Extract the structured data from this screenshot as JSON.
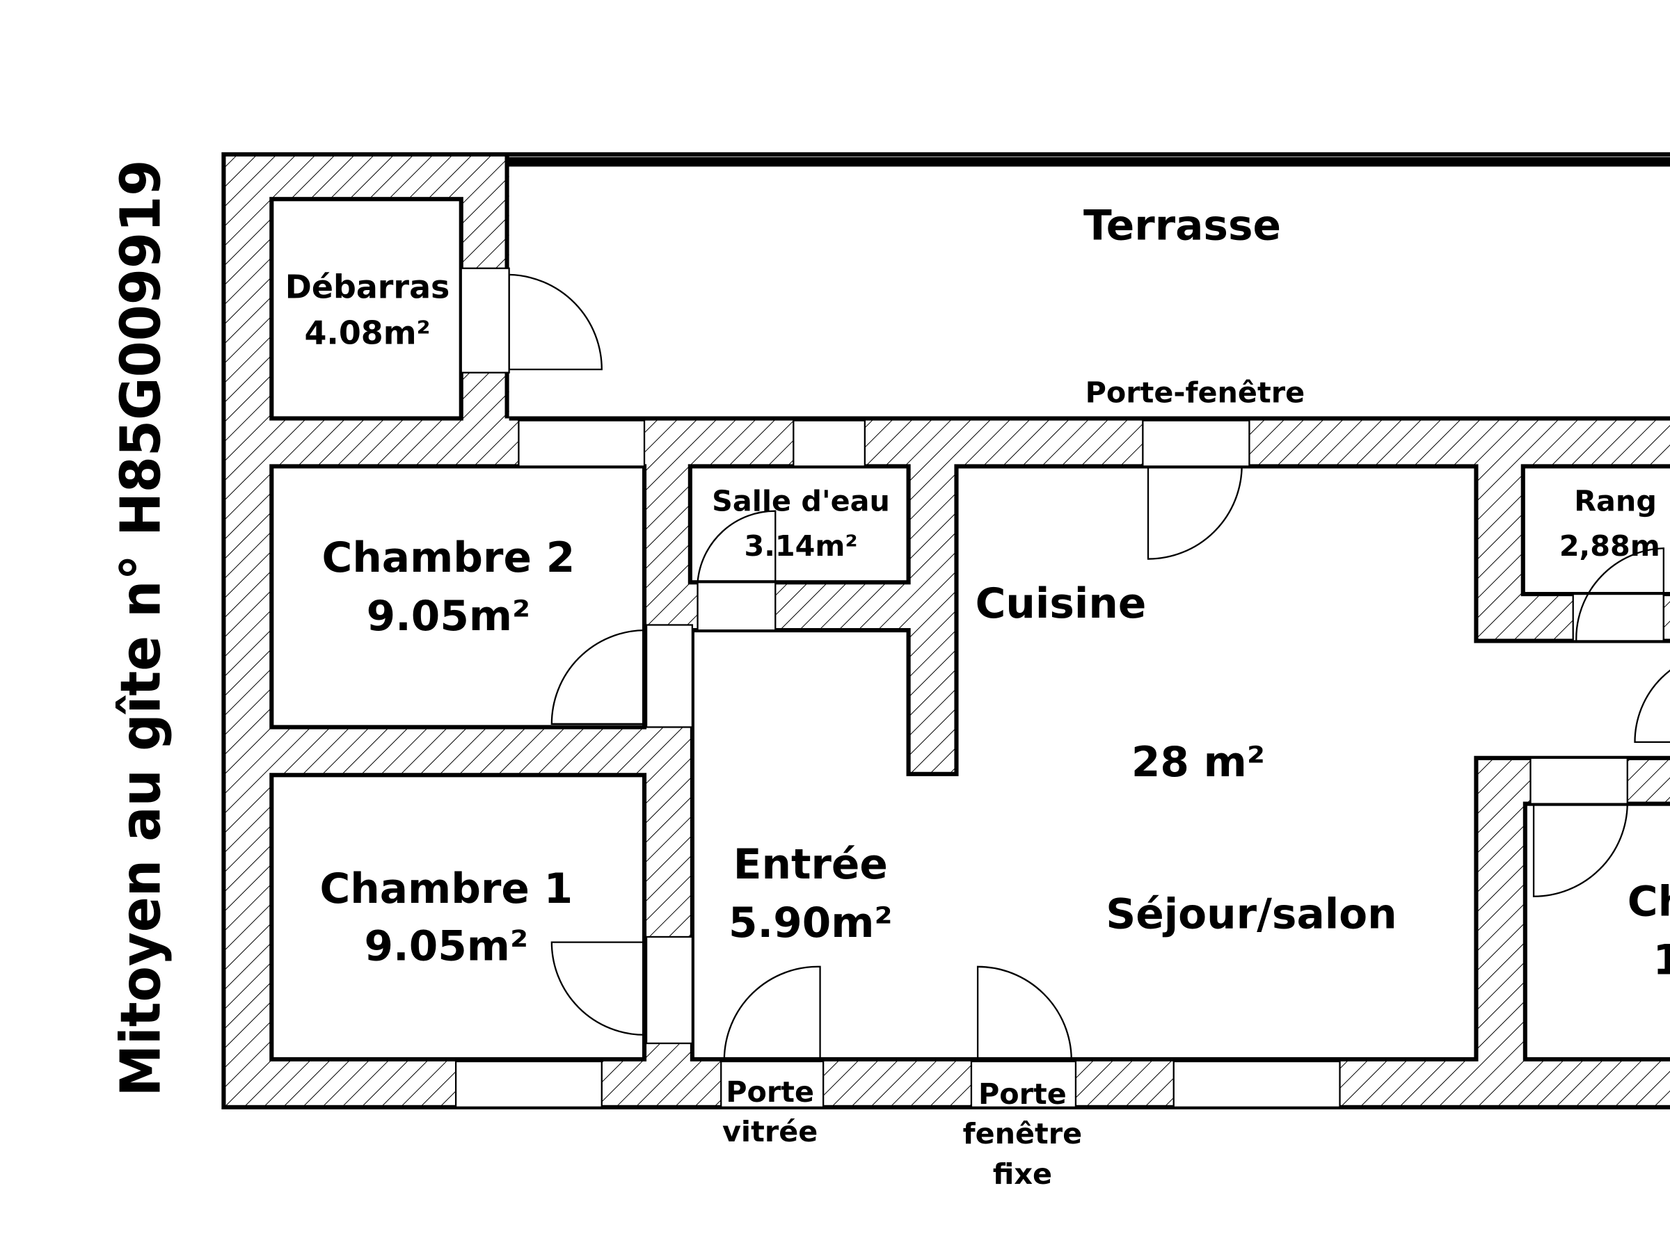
{
  "side_label": "Mitoyen au gîte n° H85G009919",
  "rooms": {
    "terrasse": {
      "name": "Terrasse"
    },
    "debarras": {
      "name": "Débarras",
      "area": "4.08m²"
    },
    "chambre2": {
      "name": "Chambre 2",
      "area": "9.05m²"
    },
    "chambre1": {
      "name": "Chambre 1",
      "area": "9.05m²"
    },
    "salle_eau": {
      "name": "Salle d'eau",
      "area": "3.14m²"
    },
    "cuisine": {
      "name": "Cuisine"
    },
    "sejour": {
      "name": "Séjour/salon",
      "area": "28 m²"
    },
    "entree": {
      "name": "Entrée",
      "area": "5.90m²"
    },
    "rangement": {
      "name": "Rang",
      "area": "2,88m"
    },
    "chambre3": {
      "name": "Ch",
      "area": "1"
    }
  },
  "openings": {
    "porte_fenetre": "Porte-fenêtre",
    "porte_vitree": [
      "Porte",
      "vitrée"
    ],
    "porte_fenetre_fixe": [
      "Porte",
      "fenêtre",
      "fixe"
    ]
  }
}
